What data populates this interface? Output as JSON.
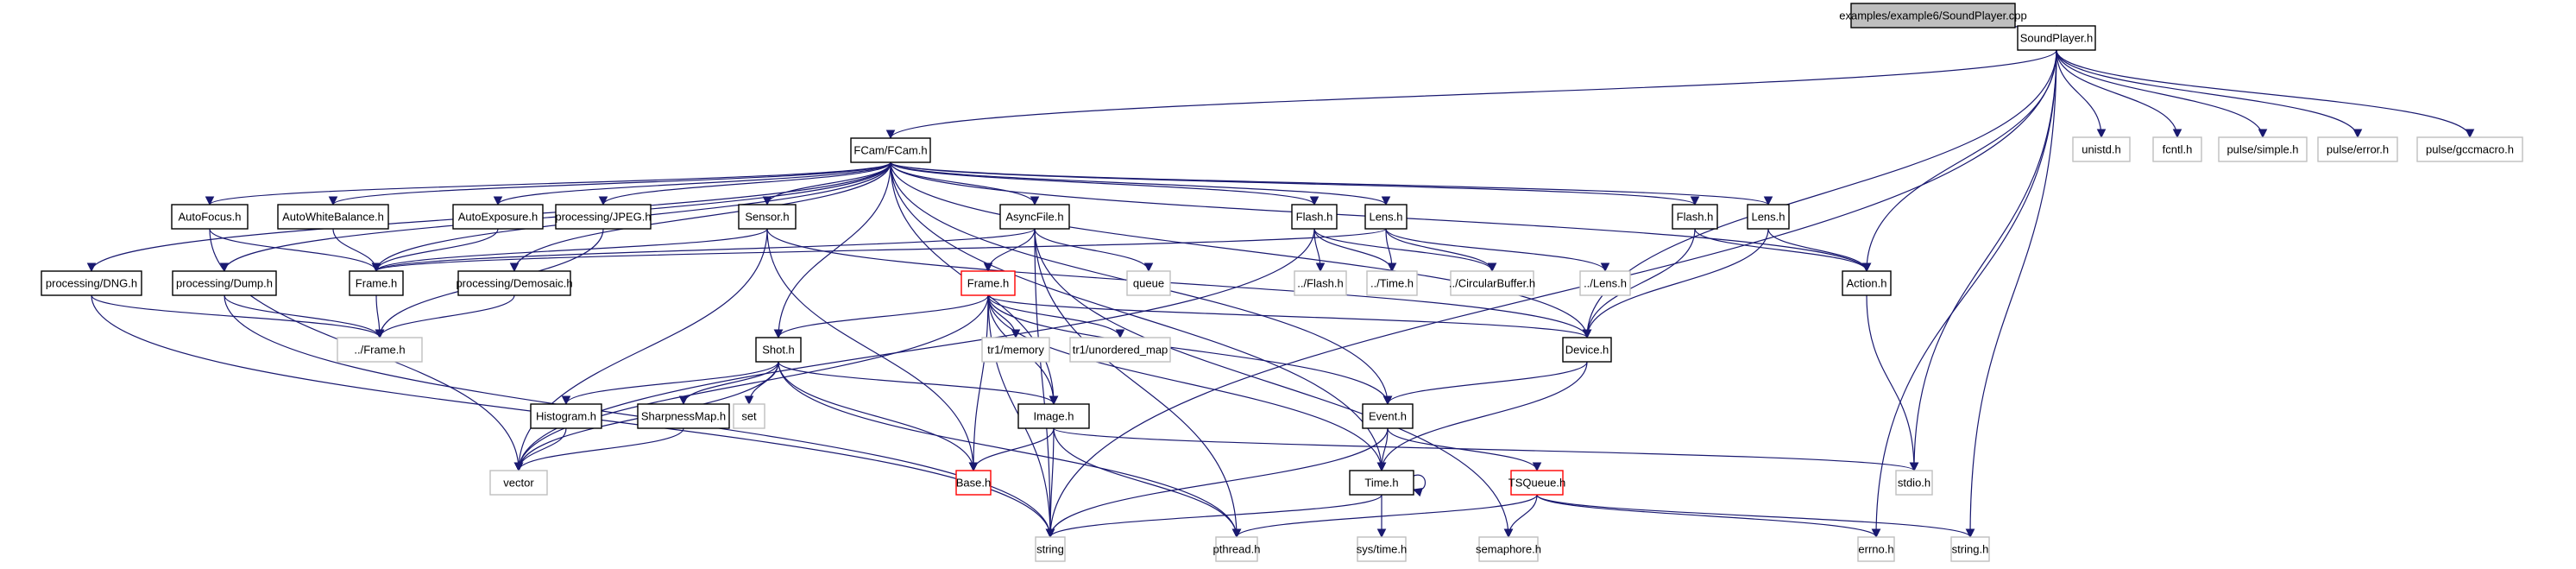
{
  "diagram": {
    "title": "examples/example6/SoundPlayer.cpp include dependency graph",
    "colors": {
      "edge": "#191970",
      "root_fill": "#bfbfbf",
      "root_border": "#000000",
      "documented_border": "#000000",
      "external_border": "#bfbfbf",
      "truncated_border": "#ff0000",
      "node_fill": "#ffffff"
    },
    "nodes": [
      {
        "id": "root",
        "label": "examples/example6/SoundPlayer.cpp",
        "kind": "root"
      },
      {
        "id": "soundplayer",
        "label": "SoundPlayer.h",
        "kind": "documented"
      },
      {
        "id": "fcam",
        "label": "FCam/FCam.h",
        "kind": "documented"
      },
      {
        "id": "unistd",
        "label": "unistd.h",
        "kind": "external"
      },
      {
        "id": "fcntl",
        "label": "fcntl.h",
        "kind": "external"
      },
      {
        "id": "pulsesimple",
        "label": "pulse/simple.h",
        "kind": "external"
      },
      {
        "id": "pulseerror",
        "label": "pulse/error.h",
        "kind": "external"
      },
      {
        "id": "pulsegcc",
        "label": "pulse/gccmacro.h",
        "kind": "external"
      },
      {
        "id": "autofocus",
        "label": "AutoFocus.h",
        "kind": "documented"
      },
      {
        "id": "awb",
        "label": "AutoWhiteBalance.h",
        "kind": "documented"
      },
      {
        "id": "autoexp",
        "label": "AutoExposure.h",
        "kind": "documented"
      },
      {
        "id": "jpeg",
        "label": "processing/JPEG.h",
        "kind": "documented"
      },
      {
        "id": "sensor",
        "label": "Sensor.h",
        "kind": "documented"
      },
      {
        "id": "asyncfile",
        "label": "AsyncFile.h",
        "kind": "documented"
      },
      {
        "id": "flash1",
        "label": "Flash.h",
        "kind": "documented"
      },
      {
        "id": "lens1",
        "label": "Lens.h",
        "kind": "documented"
      },
      {
        "id": "flash2",
        "label": "Flash.h",
        "kind": "documented"
      },
      {
        "id": "lens2",
        "label": "Lens.h",
        "kind": "documented"
      },
      {
        "id": "action",
        "label": "Action.h",
        "kind": "documented"
      },
      {
        "id": "dng",
        "label": "processing/DNG.h",
        "kind": "documented"
      },
      {
        "id": "dump",
        "label": "processing/Dump.h",
        "kind": "documented"
      },
      {
        "id": "frameh",
        "label": "Frame.h",
        "kind": "documented"
      },
      {
        "id": "demosaic",
        "label": "processing/Demosaic.h",
        "kind": "documented"
      },
      {
        "id": "frame2",
        "label": "Frame.h",
        "kind": "truncated"
      },
      {
        "id": "queue",
        "label": "queue",
        "kind": "external"
      },
      {
        "id": "dflash",
        "label": "../Flash.h",
        "kind": "external"
      },
      {
        "id": "dtime",
        "label": "../Time.h",
        "kind": "external"
      },
      {
        "id": "dcirc",
        "label": "../CircularBuffer.h",
        "kind": "external"
      },
      {
        "id": "dlens",
        "label": "../Lens.h",
        "kind": "external"
      },
      {
        "id": "dframe",
        "label": "../Frame.h",
        "kind": "external"
      },
      {
        "id": "tr1mem",
        "label": "tr1/memory",
        "kind": "external"
      },
      {
        "id": "tr1map",
        "label": "tr1/unordered_map",
        "kind": "external"
      },
      {
        "id": "device",
        "label": "Device.h",
        "kind": "documented"
      },
      {
        "id": "shot",
        "label": "Shot.h",
        "kind": "documented"
      },
      {
        "id": "image",
        "label": "Image.h",
        "kind": "documented"
      },
      {
        "id": "event",
        "label": "Event.h",
        "kind": "documented"
      },
      {
        "id": "histogram",
        "label": "Histogram.h",
        "kind": "documented"
      },
      {
        "id": "sharp",
        "label": "SharpnessMap.h",
        "kind": "documented"
      },
      {
        "id": "set",
        "label": "set",
        "kind": "external"
      },
      {
        "id": "vector",
        "label": "vector",
        "kind": "external"
      },
      {
        "id": "base",
        "label": "Base.h",
        "kind": "truncated"
      },
      {
        "id": "time",
        "label": "Time.h",
        "kind": "documented"
      },
      {
        "id": "tsqueue",
        "label": "TSQueue.h",
        "kind": "truncated"
      },
      {
        "id": "stdio",
        "label": "stdio.h",
        "kind": "external"
      },
      {
        "id": "string",
        "label": "string",
        "kind": "external"
      },
      {
        "id": "pthread",
        "label": "pthread.h",
        "kind": "external"
      },
      {
        "id": "systime",
        "label": "sys/time.h",
        "kind": "external"
      },
      {
        "id": "semaphore",
        "label": "semaphore.h",
        "kind": "external"
      },
      {
        "id": "errno",
        "label": "errno.h",
        "kind": "external"
      },
      {
        "id": "stringh",
        "label": "string.h",
        "kind": "external"
      }
    ],
    "edges": [
      [
        "root",
        "soundplayer"
      ],
      [
        "soundplayer",
        "fcam"
      ],
      [
        "soundplayer",
        "unistd"
      ],
      [
        "soundplayer",
        "fcntl"
      ],
      [
        "soundplayer",
        "pulsesimple"
      ],
      [
        "soundplayer",
        "pulseerror"
      ],
      [
        "soundplayer",
        "pulsegcc"
      ],
      [
        "soundplayer",
        "string"
      ],
      [
        "soundplayer",
        "action"
      ],
      [
        "soundplayer",
        "device"
      ],
      [
        "soundplayer",
        "stdio"
      ],
      [
        "soundplayer",
        "errno"
      ],
      [
        "soundplayer",
        "stringh"
      ],
      [
        "fcam",
        "autofocus"
      ],
      [
        "fcam",
        "awb"
      ],
      [
        "fcam",
        "autoexp"
      ],
      [
        "fcam",
        "jpeg"
      ],
      [
        "fcam",
        "sensor"
      ],
      [
        "fcam",
        "asyncfile"
      ],
      [
        "fcam",
        "flash1"
      ],
      [
        "fcam",
        "lens1"
      ],
      [
        "fcam",
        "flash2"
      ],
      [
        "fcam",
        "lens2"
      ],
      [
        "fcam",
        "action"
      ],
      [
        "fcam",
        "dng"
      ],
      [
        "fcam",
        "dump"
      ],
      [
        "fcam",
        "frameh"
      ],
      [
        "fcam",
        "demosaic"
      ],
      [
        "fcam",
        "shot"
      ],
      [
        "fcam",
        "image"
      ],
      [
        "fcam",
        "event"
      ],
      [
        "fcam",
        "device"
      ],
      [
        "fcam",
        "time"
      ],
      [
        "autofocus",
        "frameh"
      ],
      [
        "autofocus",
        "vector"
      ],
      [
        "awb",
        "frameh"
      ],
      [
        "autoexp",
        "frameh"
      ],
      [
        "jpeg",
        "dframe"
      ],
      [
        "sensor",
        "frameh"
      ],
      [
        "sensor",
        "device"
      ],
      [
        "sensor",
        "vector"
      ],
      [
        "sensor",
        "base"
      ],
      [
        "asyncfile",
        "frameh"
      ],
      [
        "asyncfile",
        "frame2"
      ],
      [
        "asyncfile",
        "queue"
      ],
      [
        "asyncfile",
        "string"
      ],
      [
        "asyncfile",
        "semaphore"
      ],
      [
        "asyncfile",
        "pthread"
      ],
      [
        "flash1",
        "dflash"
      ],
      [
        "flash1",
        "dtime"
      ],
      [
        "flash1",
        "dcirc"
      ],
      [
        "flash1",
        "vector"
      ],
      [
        "lens1",
        "dtime"
      ],
      [
        "lens1",
        "dcirc"
      ],
      [
        "lens1",
        "dlens"
      ],
      [
        "lens1",
        "frameh"
      ],
      [
        "flash2",
        "action"
      ],
      [
        "flash2",
        "device"
      ],
      [
        "lens2",
        "action"
      ],
      [
        "lens2",
        "device"
      ],
      [
        "action",
        "stdio"
      ],
      [
        "dng",
        "dframe"
      ],
      [
        "dng",
        "string"
      ],
      [
        "dump",
        "dframe"
      ],
      [
        "dump",
        "string"
      ],
      [
        "frameh",
        "dframe"
      ],
      [
        "demosaic",
        "dframe"
      ],
      [
        "frame2",
        "shot"
      ],
      [
        "frame2",
        "image"
      ],
      [
        "frame2",
        "base"
      ],
      [
        "frame2",
        "tr1mem"
      ],
      [
        "frame2",
        "tr1map"
      ],
      [
        "frame2",
        "device"
      ],
      [
        "frame2",
        "event"
      ],
      [
        "frame2",
        "time"
      ],
      [
        "frame2",
        "vector"
      ],
      [
        "frame2",
        "string"
      ],
      [
        "device",
        "event"
      ],
      [
        "device",
        "time"
      ],
      [
        "shot",
        "histogram"
      ],
      [
        "shot",
        "sharp"
      ],
      [
        "shot",
        "set"
      ],
      [
        "shot",
        "image"
      ],
      [
        "shot",
        "base"
      ],
      [
        "shot",
        "vector"
      ],
      [
        "shot",
        "pthread"
      ],
      [
        "histogram",
        "vector"
      ],
      [
        "sharp",
        "vector"
      ],
      [
        "image",
        "base"
      ],
      [
        "image",
        "string"
      ],
      [
        "image",
        "pthread"
      ],
      [
        "image",
        "stdio"
      ],
      [
        "event",
        "time"
      ],
      [
        "event",
        "tsqueue"
      ],
      [
        "event",
        "string"
      ],
      [
        "time",
        "time"
      ],
      [
        "time",
        "systime"
      ],
      [
        "time",
        "string"
      ],
      [
        "tsqueue",
        "pthread"
      ],
      [
        "tsqueue",
        "semaphore"
      ],
      [
        "tsqueue",
        "errno"
      ],
      [
        "tsqueue",
        "stringh"
      ]
    ]
  }
}
